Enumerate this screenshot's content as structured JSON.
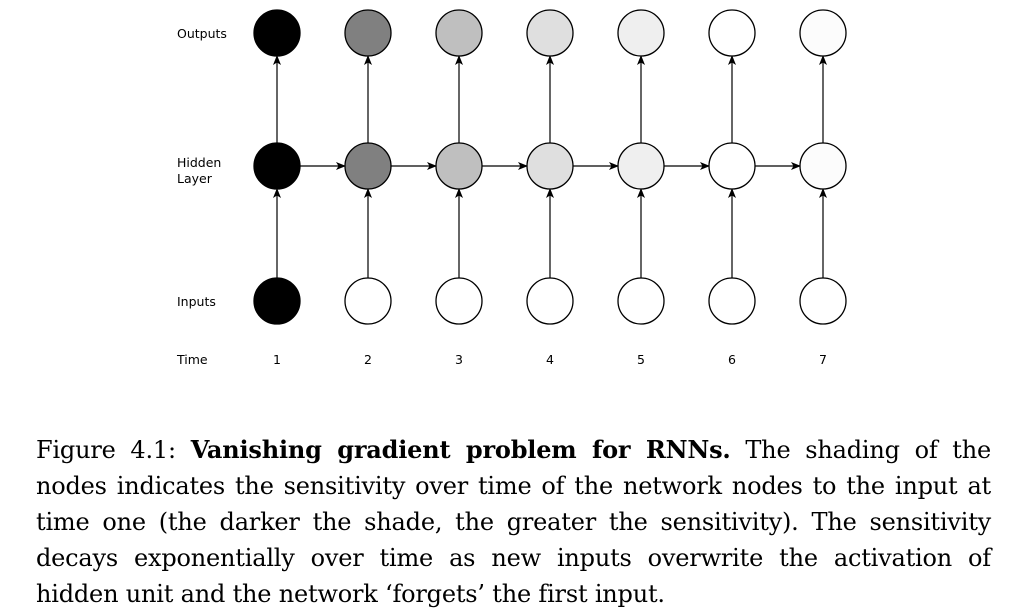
{
  "diagram": {
    "row_labels": {
      "outputs": "Outputs",
      "hidden_line1": "Hidden",
      "hidden_line2": "Layer",
      "inputs": "Inputs",
      "time": "Time"
    },
    "time_steps": [
      "1",
      "2",
      "3",
      "4",
      "5",
      "6",
      "7"
    ],
    "sensitivity_shading": {
      "outputs": [
        "#000000",
        "#808080",
        "#bfbfbf",
        "#dfdfdf",
        "#efefef",
        "#ffffff",
        "#fcfcfc"
      ],
      "hidden": [
        "#000000",
        "#808080",
        "#bfbfbf",
        "#dfdfdf",
        "#efefef",
        "#ffffff",
        "#fcfcfc"
      ],
      "inputs": [
        "#000000",
        "#ffffff",
        "#ffffff",
        "#ffffff",
        "#ffffff",
        "#ffffff",
        "#ffffff"
      ]
    }
  },
  "caption": {
    "prefix": "Figure 4.1: ",
    "title": "Vanishing gradient problem for RNNs.",
    "body": " The shading of the nodes indicates the sensitivity over time of the network nodes to the input at time one (the darker the shade, the greater the sensitivity). The sensitivity decays exponentially over time as new inputs overwrite the activation of hidden unit and the network ‘forgets’ the first input."
  }
}
